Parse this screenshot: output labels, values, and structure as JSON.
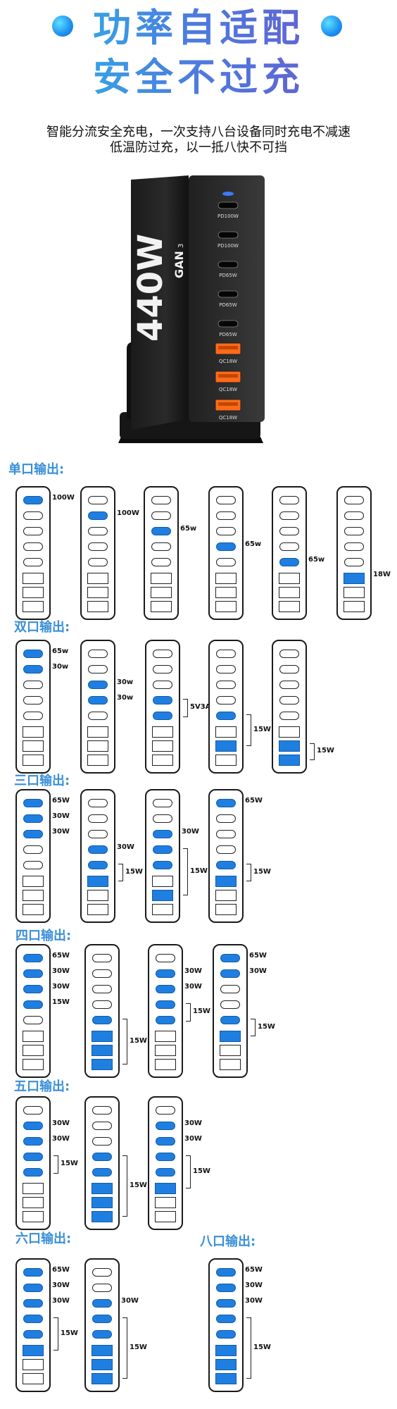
{
  "headline": {
    "line1": "功率自适配",
    "line2": "安全不过充"
  },
  "subtitle": {
    "line1": "智能分流安全充电，一次支持八台设备同时充电不减速",
    "line2": "低温防过充，以一抵八快不可挡"
  },
  "product": {
    "brand": "440W",
    "brand_sup": "GAN",
    "brand_exp": "3",
    "ports": [
      "PD100W",
      "PD100W",
      "PD65W",
      "PD65W",
      "PD65W",
      "QC18W",
      "QC18W",
      "QC18W"
    ]
  },
  "sections": {
    "s1": "单口输出:",
    "s2": "双口输出:",
    "s3": "三口输出:",
    "s4": "四口输出:",
    "s5": "五口输出:",
    "s6": "六口输出:",
    "s8": "八口输出:"
  },
  "colors": {
    "accent": "#1f7fe0",
    "section": "#3a8fd8",
    "title_start": "#22c7e8",
    "title_end": "#6f52c9"
  },
  "diagrams": [
    {
      "on": [
        0
      ],
      "labels": [
        {
          "port": 0,
          "text": "100W"
        }
      ]
    },
    {
      "on": [
        1
      ],
      "labels": [
        {
          "port": 1,
          "text": "100W"
        }
      ]
    },
    {
      "on": [
        2
      ],
      "labels": [
        {
          "port": 2,
          "text": "65w"
        }
      ]
    },
    {
      "on": [
        3
      ],
      "labels": [
        {
          "port": 3,
          "text": "65w"
        }
      ]
    },
    {
      "on": [
        4
      ],
      "labels": [
        {
          "port": 4,
          "text": "65w"
        }
      ]
    },
    {
      "on": [
        5
      ],
      "labels": [
        {
          "port": 5,
          "text": "18W"
        }
      ]
    },
    {
      "on": [
        0,
        1
      ],
      "labels": [
        {
          "port": 0,
          "text": "65w"
        },
        {
          "port": 1,
          "text": "30w"
        }
      ]
    },
    {
      "on": [
        2,
        3
      ],
      "labels": [
        {
          "port": 2,
          "text": "30w"
        },
        {
          "port": 3,
          "text": "30w"
        }
      ]
    },
    {
      "on": [
        3,
        4
      ],
      "labels": [],
      "bracket": {
        "from": 3,
        "to": 4,
        "text": "5V3A"
      }
    },
    {
      "on": [
        4,
        6
      ],
      "labels": [],
      "bracket": {
        "from": 4,
        "to": 6,
        "text": "15W"
      }
    },
    {
      "on": [
        6,
        7
      ],
      "labels": [],
      "bracket": {
        "from": 6,
        "to": 7,
        "text": "15W"
      }
    },
    {
      "on": [
        0,
        1,
        2
      ],
      "labels": [
        {
          "port": 0,
          "text": "65W"
        },
        {
          "port": 1,
          "text": "30W"
        },
        {
          "port": 2,
          "text": "30W"
        }
      ]
    },
    {
      "on": [
        3,
        4,
        5
      ],
      "labels": [
        {
          "port": 3,
          "text": "30W"
        }
      ],
      "bracket": {
        "from": 4,
        "to": 5,
        "text": "15W"
      }
    },
    {
      "on": [
        2,
        3,
        4,
        6
      ],
      "labels": [
        {
          "port": 2,
          "text": "30W"
        }
      ],
      "bracket": {
        "from": 3,
        "to": 6,
        "text": "15W"
      }
    },
    {
      "on": [
        0,
        4,
        5
      ],
      "labels": [
        {
          "port": 0,
          "text": "65W"
        }
      ],
      "bracket": {
        "from": 4,
        "to": 5,
        "text": "15W"
      }
    },
    {
      "on": [
        0,
        1,
        2,
        3
      ],
      "labels": [
        {
          "port": 0,
          "text": "65W"
        },
        {
          "port": 1,
          "text": "30W"
        },
        {
          "port": 2,
          "text": "30W"
        },
        {
          "port": 3,
          "text": "15W"
        }
      ]
    },
    {
      "on": [
        4,
        5,
        6,
        7
      ],
      "labels": [],
      "bracket": {
        "from": 4,
        "to": 7,
        "text": "15W"
      }
    },
    {
      "on": [
        1,
        2,
        3,
        4
      ],
      "labels": [
        {
          "port": 1,
          "text": "30W"
        },
        {
          "port": 2,
          "text": "30W"
        }
      ],
      "bracket": {
        "from": 3,
        "to": 4,
        "text": "15W"
      }
    },
    {
      "on": [
        0,
        1,
        4,
        5
      ],
      "labels": [
        {
          "port": 0,
          "text": "65W"
        },
        {
          "port": 1,
          "text": "30W"
        }
      ],
      "bracket": {
        "from": 4,
        "to": 5,
        "text": "15W"
      }
    },
    {
      "on": [
        1,
        2,
        3,
        4
      ],
      "labels": [
        {
          "port": 1,
          "text": "30W"
        },
        {
          "port": 2,
          "text": "30W"
        }
      ],
      "bracket": {
        "from": 3,
        "to": 4,
        "text": "15W"
      }
    },
    {
      "on": [
        3,
        4,
        5,
        6,
        7
      ],
      "labels": [],
      "bracket": {
        "from": 3,
        "to": 7,
        "text": "15W"
      }
    },
    {
      "on": [
        1,
        2,
        3,
        4,
        5
      ],
      "labels": [
        {
          "port": 1,
          "text": "30W"
        },
        {
          "port": 2,
          "text": "30W"
        }
      ],
      "bracket": {
        "from": 3,
        "to": 5,
        "text": "15W"
      }
    },
    {
      "on": [
        0,
        1,
        2,
        3,
        4,
        5
      ],
      "labels": [
        {
          "port": 0,
          "text": "65W"
        },
        {
          "port": 1,
          "text": "30W"
        },
        {
          "port": 2,
          "text": "30W"
        }
      ],
      "bracket": {
        "from": 3,
        "to": 5,
        "text": "15W"
      }
    },
    {
      "on": [
        2,
        3,
        4,
        5,
        6,
        7
      ],
      "labels": [
        {
          "port": 2,
          "text": "30W"
        }
      ],
      "bracket": {
        "from": 3,
        "to": 7,
        "text": "15W"
      }
    },
    {
      "on": [
        0,
        1,
        2,
        3,
        4,
        5,
        6,
        7
      ],
      "labels": [
        {
          "port": 0,
          "text": "65W"
        },
        {
          "port": 1,
          "text": "30W"
        },
        {
          "port": 2,
          "text": "30W"
        }
      ],
      "bracket": {
        "from": 3,
        "to": 7,
        "text": "15W"
      }
    }
  ]
}
